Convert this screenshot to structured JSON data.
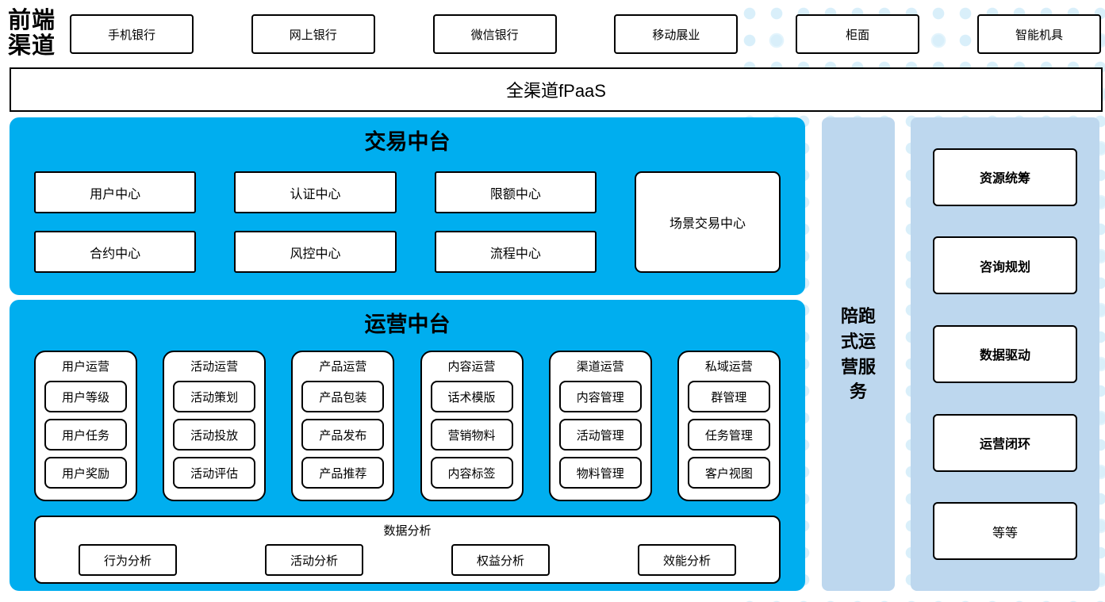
{
  "header": {
    "label": "前端渠道",
    "channels": [
      "手机银行",
      "网上银行",
      "微信银行",
      "移动展业",
      "柜面",
      "智能机具"
    ]
  },
  "fpaas": {
    "label": "全渠道fPaaS"
  },
  "trade_platform": {
    "title": "交易中台",
    "row1": [
      "用户中心",
      "认证中心",
      "限额中心"
    ],
    "row2": [
      "合约中心",
      "风控中心",
      "流程中心"
    ],
    "tall_box": "场景交易中心"
  },
  "ops_platform": {
    "title": "运营中台",
    "columns": [
      {
        "title": "用户运营",
        "items": [
          "用户等级",
          "用户任务",
          "用户奖励"
        ]
      },
      {
        "title": "活动运营",
        "items": [
          "活动策划",
          "活动投放",
          "活动评估"
        ]
      },
      {
        "title": "产品运营",
        "items": [
          "产品包装",
          "产品发布",
          "产品推荐"
        ]
      },
      {
        "title": "内容运营",
        "items": [
          "话术模版",
          "营销物料",
          "内容标签"
        ]
      },
      {
        "title": "渠道运营",
        "items": [
          "内容管理",
          "活动管理",
          "物料管理"
        ]
      },
      {
        "title": "私域运营",
        "items": [
          "群管理",
          "任务管理",
          "客户视图"
        ]
      }
    ],
    "analysis": {
      "title": "数据分析",
      "items": [
        "行为分析",
        "活动分析",
        "权益分析",
        "效能分析"
      ]
    }
  },
  "side_bar": {
    "label": "陪跑式运营服务"
  },
  "right_panel": {
    "items": [
      "资源统筹",
      "咨询规划",
      "数据驱动",
      "运营闭环",
      "等等"
    ]
  },
  "colors": {
    "accent_blue": "#00AEEF",
    "panel_blue": "#BDD7EE",
    "dot_blue": "#D9EFFA",
    "border": "#000000"
  }
}
